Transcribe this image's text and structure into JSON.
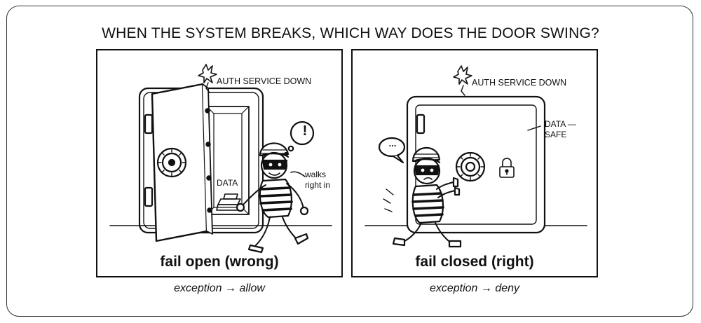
{
  "title": "WHEN THE SYSTEM BREAKS, WHICH WAY DOES THE DOOR SWING?",
  "left": {
    "auth_label": "AUTH SERVICE DOWN",
    "data_label": "DATA",
    "action_label_1": "walks",
    "action_label_2": "right in",
    "alert_symbol": "!",
    "caption": "fail open (wrong)",
    "rule": "exception → allow"
  },
  "right": {
    "auth_label": "AUTH SERVICE DOWN",
    "status_label_1": "DATA —",
    "status_label_2": "SAFE",
    "speech_symbol": "...",
    "caption": "fail closed (right)",
    "rule": "exception → deny"
  },
  "colors": {
    "ink": "#111111",
    "frame": "#333333",
    "background": "#ffffff"
  }
}
